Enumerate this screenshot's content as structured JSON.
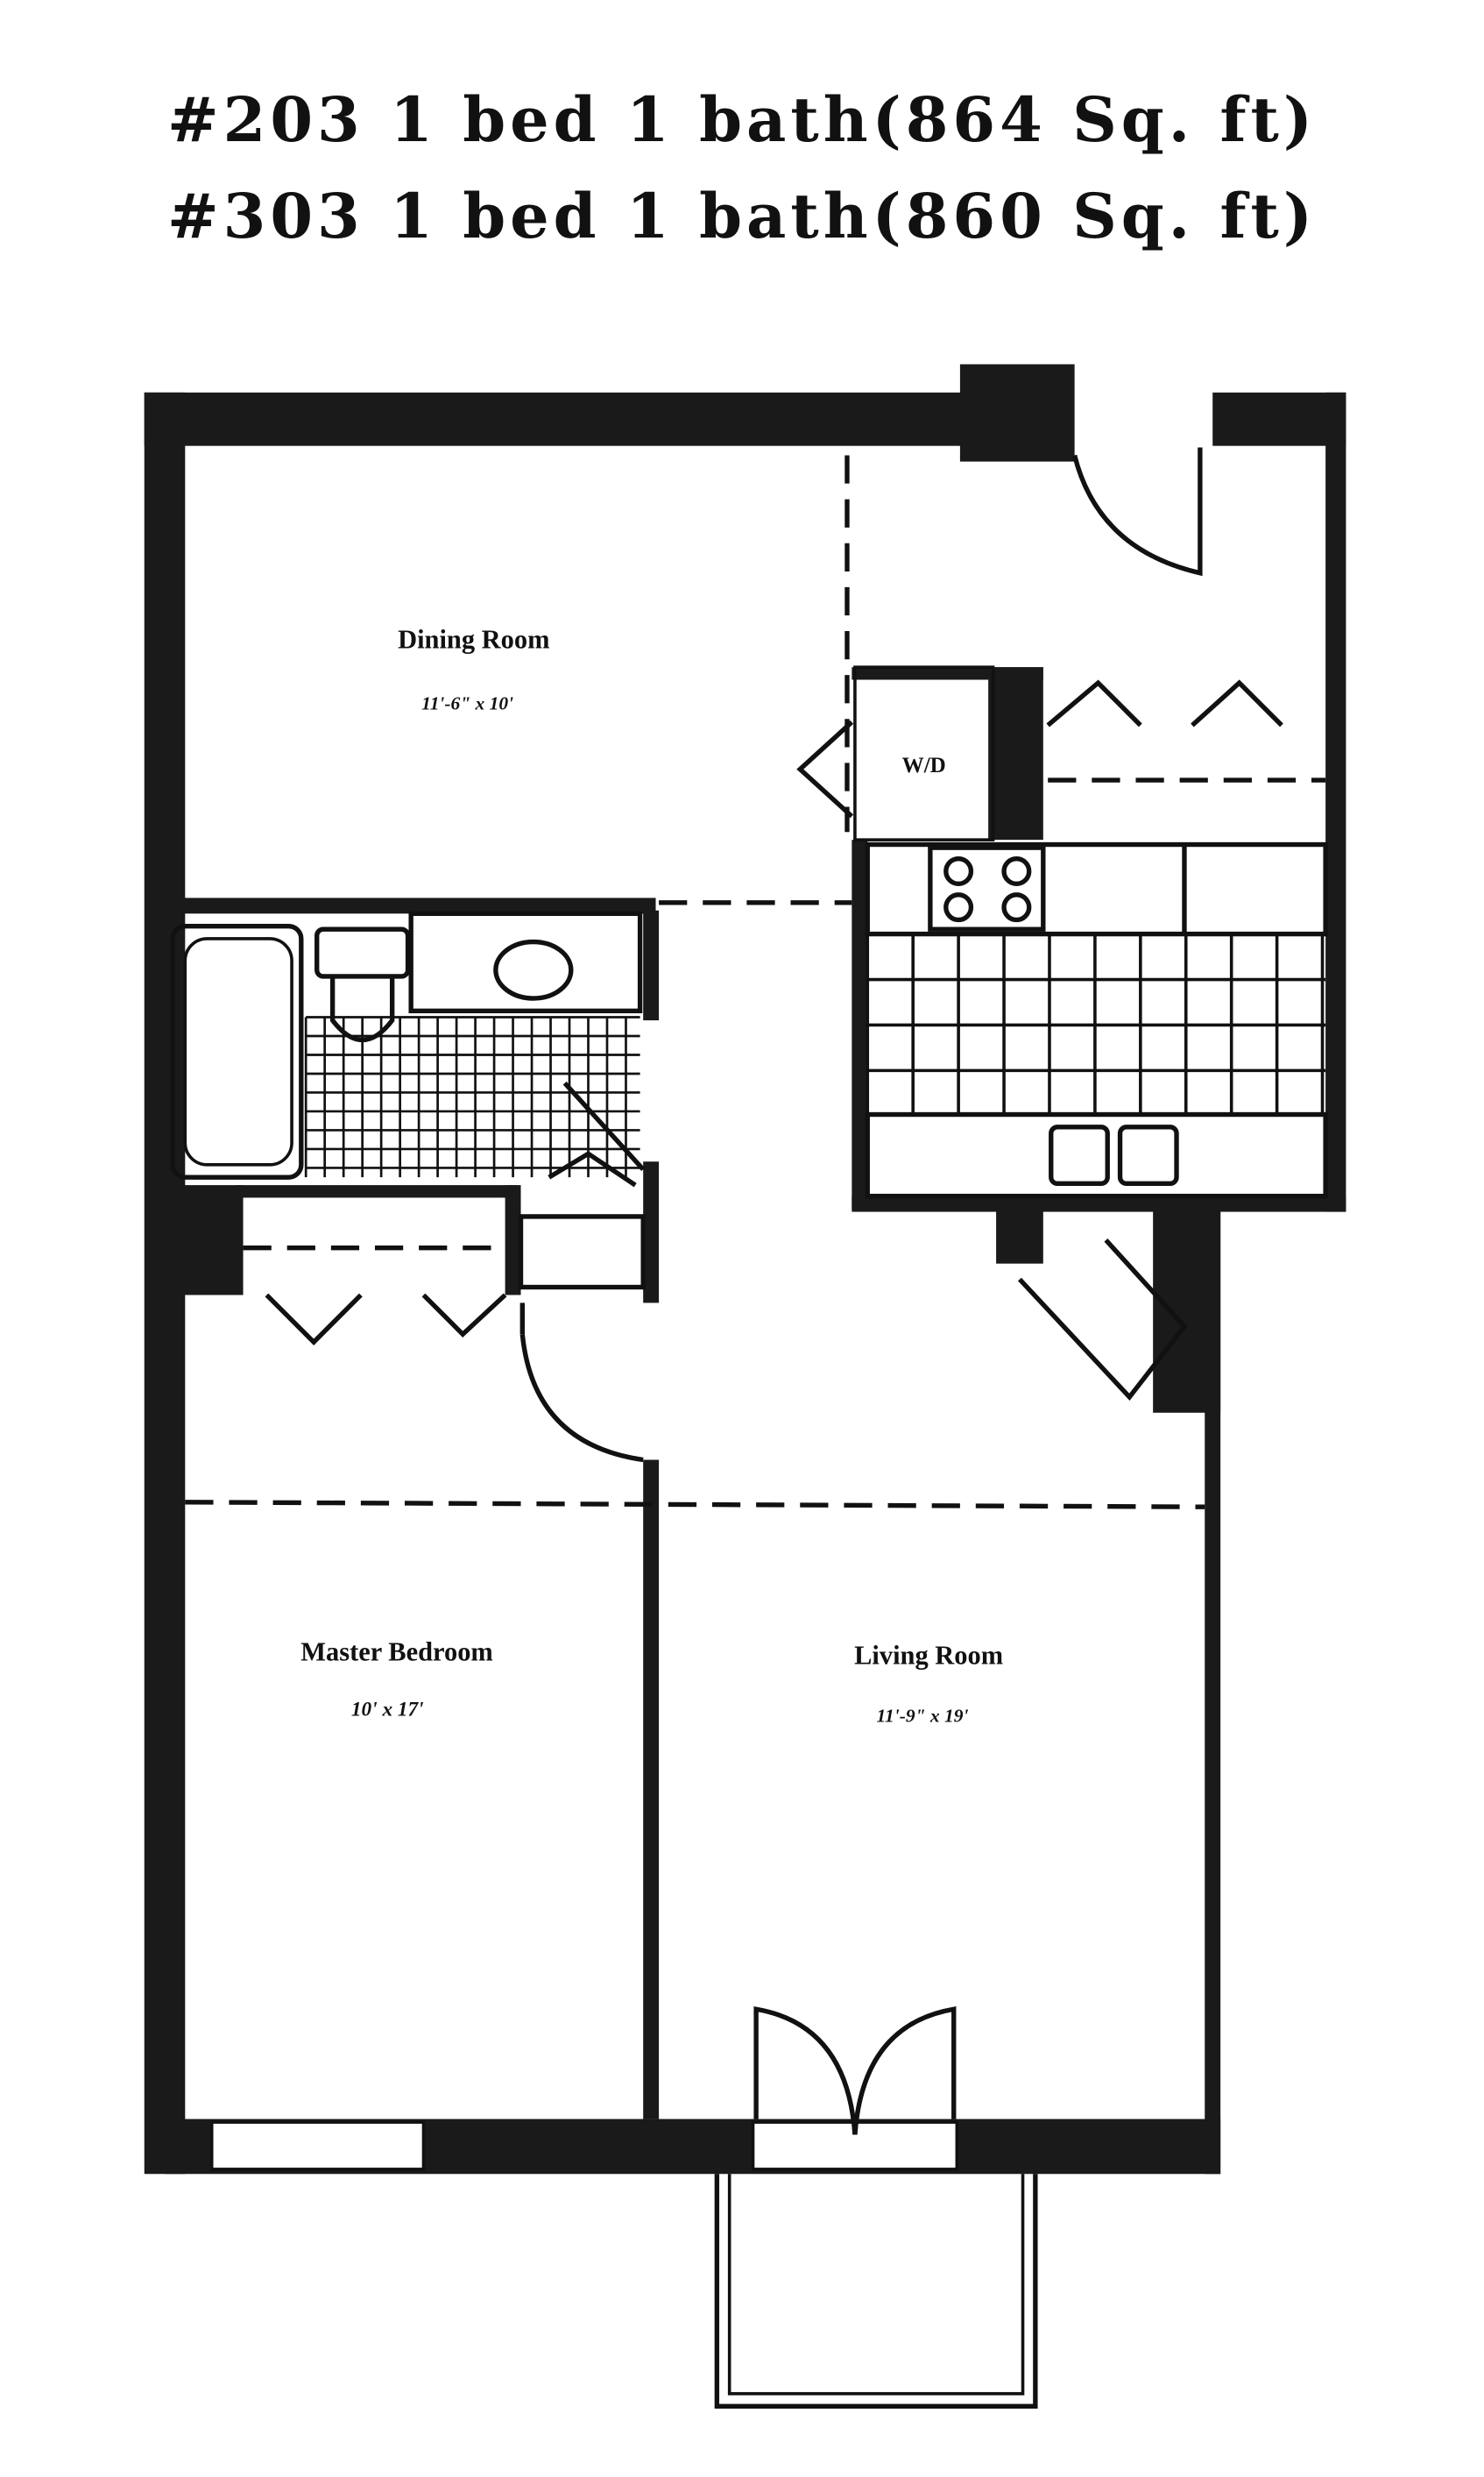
{
  "titles": [
    "#203 1 bed 1 bath(864 Sq. ft)",
    "#303 1 bed 1 bath(860 Sq. ft)"
  ],
  "rooms": {
    "dining": {
      "name": "Dining Room",
      "dims": "11'-6\" x 10'"
    },
    "wd": {
      "name": "W/D"
    },
    "master": {
      "name": "Master Bedroom",
      "dims": "10' x 17'"
    },
    "living": {
      "name": "Living Room",
      "dims": "11'-9\" x 19'"
    }
  }
}
